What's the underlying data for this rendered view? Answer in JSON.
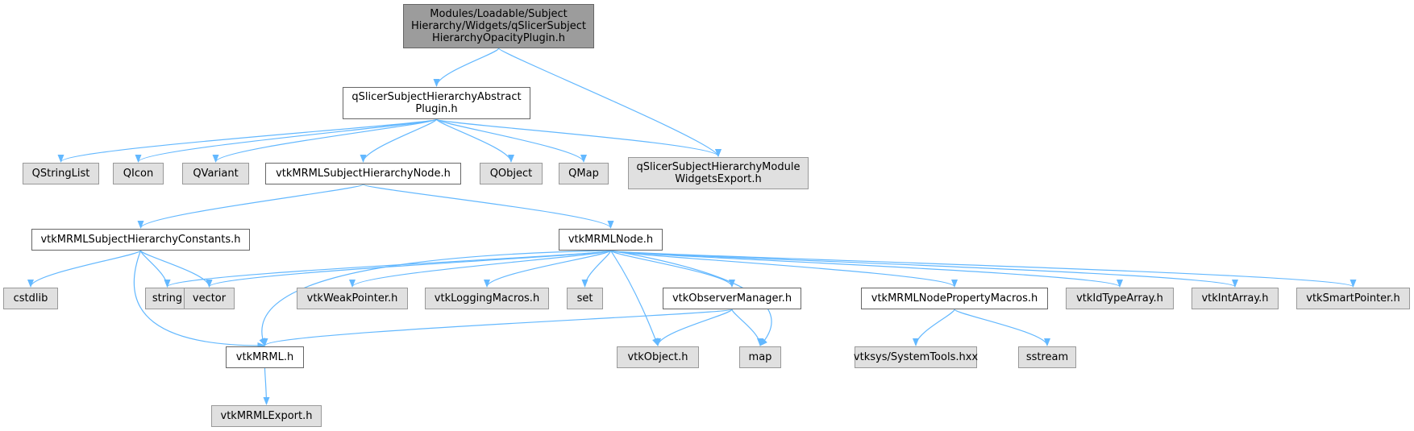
{
  "colors": {
    "edge": "#63b8ff",
    "root_fill": "#9c9c9c",
    "local_fill": "#ffffff",
    "external_fill": "#e0e0e0"
  },
  "nodes": {
    "root": {
      "label": "Modules/Loadable/Subject\nHierarchy/Widgets/qSlicerSubject\nHierarchyOpacityPlugin.h",
      "kind": "root"
    },
    "abstract": {
      "label": "qSlicerSubjectHierarchyAbstract\nPlugin.h",
      "kind": "local"
    },
    "qstringlist": {
      "label": "QStringList",
      "kind": "external"
    },
    "qicon": {
      "label": "QIcon",
      "kind": "external"
    },
    "qvariant": {
      "label": "QVariant",
      "kind": "external"
    },
    "shnode": {
      "label": "vtkMRMLSubjectHierarchyNode.h",
      "kind": "local"
    },
    "qobject": {
      "label": "QObject",
      "kind": "external"
    },
    "qmap": {
      "label": "QMap",
      "kind": "external"
    },
    "export": {
      "label": "qSlicerSubjectHierarchyModule\nWidgetsExport.h",
      "kind": "external"
    },
    "constants": {
      "label": "vtkMRMLSubjectHierarchyConstants.h",
      "kind": "local"
    },
    "mrmlnode": {
      "label": "vtkMRMLNode.h",
      "kind": "local"
    },
    "cstdlib": {
      "label": "cstdlib",
      "kind": "external"
    },
    "string": {
      "label": "string",
      "kind": "external"
    },
    "vector": {
      "label": "vector",
      "kind": "external"
    },
    "weakptr": {
      "label": "vtkWeakPointer.h",
      "kind": "external"
    },
    "logging": {
      "label": "vtkLoggingMacros.h",
      "kind": "external"
    },
    "set": {
      "label": "set",
      "kind": "external"
    },
    "observer": {
      "label": "vtkObserverManager.h",
      "kind": "local"
    },
    "propmacros": {
      "label": "vtkMRMLNodePropertyMacros.h",
      "kind": "local"
    },
    "idtype": {
      "label": "vtkIdTypeArray.h",
      "kind": "external"
    },
    "intarray": {
      "label": "vtkIntArray.h",
      "kind": "external"
    },
    "smartptr": {
      "label": "vtkSmartPointer.h",
      "kind": "external"
    },
    "mrml": {
      "label": "vtkMRML.h",
      "kind": "local"
    },
    "vtkobject": {
      "label": "vtkObject.h",
      "kind": "external"
    },
    "map": {
      "label": "map",
      "kind": "external"
    },
    "systools": {
      "label": "vtksys/SystemTools.hxx",
      "kind": "external"
    },
    "sstream": {
      "label": "sstream",
      "kind": "external"
    },
    "mrmlexport": {
      "label": "vtkMRMLExport.h",
      "kind": "external"
    }
  },
  "edges": [
    [
      "root",
      "abstract"
    ],
    [
      "root",
      "export"
    ],
    [
      "abstract",
      "qstringlist"
    ],
    [
      "abstract",
      "qicon"
    ],
    [
      "abstract",
      "qvariant"
    ],
    [
      "abstract",
      "shnode"
    ],
    [
      "abstract",
      "qobject"
    ],
    [
      "abstract",
      "qmap"
    ],
    [
      "abstract",
      "export"
    ],
    [
      "shnode",
      "constants"
    ],
    [
      "shnode",
      "mrmlnode"
    ],
    [
      "constants",
      "cstdlib"
    ],
    [
      "constants",
      "string"
    ],
    [
      "constants",
      "vector"
    ],
    [
      "constants",
      "mrml"
    ],
    [
      "mrmlnode",
      "string"
    ],
    [
      "mrmlnode",
      "vector"
    ],
    [
      "mrmlnode",
      "mrml"
    ],
    [
      "mrmlnode",
      "weakptr"
    ],
    [
      "mrmlnode",
      "logging"
    ],
    [
      "mrmlnode",
      "set"
    ],
    [
      "mrmlnode",
      "observer"
    ],
    [
      "mrmlnode",
      "vtkobject"
    ],
    [
      "mrmlnode",
      "map"
    ],
    [
      "mrmlnode",
      "propmacros"
    ],
    [
      "mrmlnode",
      "idtype"
    ],
    [
      "mrmlnode",
      "intarray"
    ],
    [
      "mrmlnode",
      "smartptr"
    ],
    [
      "observer",
      "mrml"
    ],
    [
      "observer",
      "vtkobject"
    ],
    [
      "observer",
      "map"
    ],
    [
      "propmacros",
      "systools"
    ],
    [
      "propmacros",
      "sstream"
    ],
    [
      "mrml",
      "mrmlexport"
    ]
  ]
}
